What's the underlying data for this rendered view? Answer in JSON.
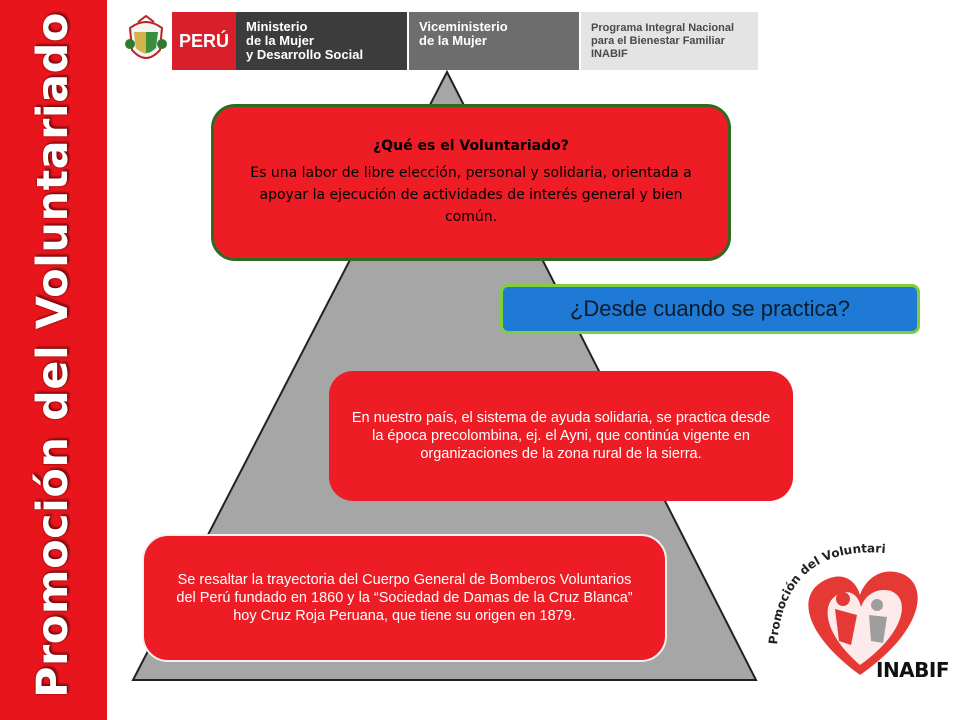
{
  "sidebar": {
    "title": "Promoción del Voluntariado"
  },
  "header": {
    "country": "PERÚ",
    "ministry_lines": "Ministerio\nde la Mujer\ny Desarrollo Social",
    "vice_lines": "Viceministerio\nde la Mujer",
    "program_lines": "Programa Integral Nacional\npara el Bienestar Familiar\nINABIF"
  },
  "boxes": {
    "what_question": "¿Qué es el Voluntariado?",
    "what_answer": "Es una labor de libre elección, personal y solidaria, orientada a apoyar la ejecución de actividades de interés general y bien común.",
    "since_question": "¿Desde cuando se practica?",
    "country_text": "En nuestro país, el sistema de ayuda solidaria, se practica desde la época precolombina, ej. el Ayni, que continúa vigente en organizaciones de la zona rural de la sierra.",
    "history_text": "Se resaltar la trayectoria del Cuerpo General de Bomberos Voluntarios del Perú fundado en 1860 y la “Sociedad de Damas de la Cruz Blanca” hoy Cruz Roja Peruana, que tiene su origen en 1879."
  },
  "logo": {
    "arc_text": "Promoción del Voluntariado",
    "brand": "INABIF"
  },
  "colors": {
    "red": "#ee1c24",
    "sidebar_red": "#e8161c",
    "pyramid_gray": "#a6a6a6",
    "blue": "#1e7ad4",
    "green_border": "#7fcf3c"
  }
}
